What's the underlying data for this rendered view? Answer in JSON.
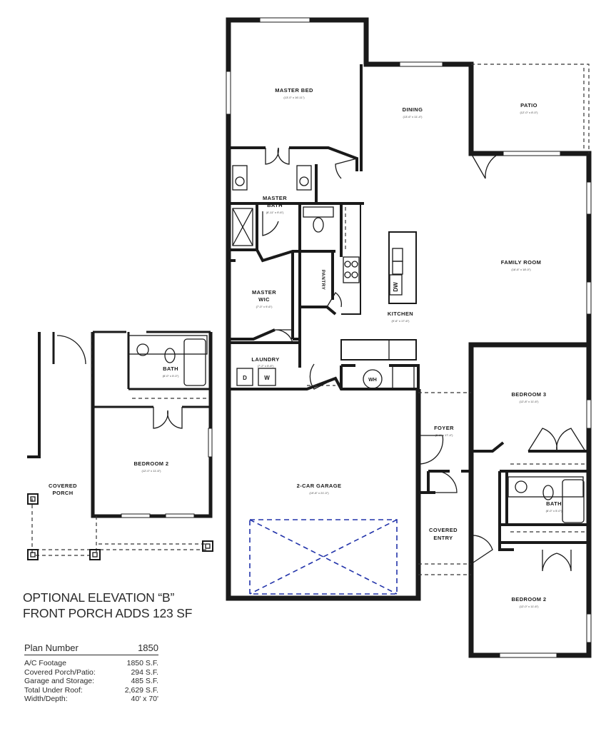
{
  "rooms": {
    "master_bed": {
      "name": "MASTER BED",
      "dims": "(13'-0\" x 16'-11\")"
    },
    "dining": {
      "name": "DINING",
      "dims": "(13'-6\" x 11'-4\")"
    },
    "patio": {
      "name": "PATIO",
      "dims": "(12'-0\" x 8'-0\")"
    },
    "master_bath": {
      "name_line1": "MASTER",
      "name_line2": "BATH",
      "dims": "(8'-11\" x 9'-6\")"
    },
    "family_room": {
      "name": "FAMILY ROOM",
      "dims": "(16'-6\" x 18'-0\")"
    },
    "master_wic": {
      "name_line1": "MASTER",
      "name_line2": "WIC",
      "dims": "(7'-0\" x 9'-6\")"
    },
    "pantry": {
      "name": "PANTRY"
    },
    "kitchen": {
      "name": "KITCHEN",
      "dims": "(9'-6\" x 17'-6\")"
    },
    "laundry": {
      "name": "LAUNDRY",
      "dims": "(7'-2\" x 5'-8\")"
    },
    "bedroom_3": {
      "name": "BEDROOM 3",
      "dims": "(12'-8\" x 11'-6\")"
    },
    "foyer": {
      "name": "FOYER",
      "dims": "(5'-6\" x 17'-4\")"
    },
    "garage": {
      "name": "2-CAR GARAGE",
      "dims": "(19'-8\" x 21'-0\")"
    },
    "covered_entry": {
      "name_line1": "COVERED",
      "name_line2": "ENTRY"
    },
    "bath_right": {
      "name": "BATH",
      "dims": "(8'-0\" x 5'-0\")"
    },
    "bedroom_2_right": {
      "name": "BEDROOM 2",
      "dims": "(12'-0\" x 11'-6\")"
    },
    "bath_left": {
      "name": "BATH",
      "dims": "(8'-0\" x 5'-0\")"
    },
    "bedroom_2_left": {
      "name": "BEDROOM 2",
      "dims": "(12'-0\" x 11'-6\")"
    },
    "covered_porch": {
      "name_line1": "COVERED",
      "name_line2": "PORCH"
    }
  },
  "fixtures": {
    "dishwasher": "DW",
    "water_heater": "WH",
    "dryer": "D",
    "washer": "W"
  },
  "elevation": {
    "line1": "OPTIONAL ELEVATION “B”",
    "line2": "FRONT PORCH ADDS 123 SF"
  },
  "stats": {
    "header_label": "Plan Number",
    "header_value": "1850",
    "rows": [
      {
        "label": "A/C Footage",
        "value": "1850 S.F."
      },
      {
        "label": "Covered Porch/Patio:",
        "value": "294 S.F."
      },
      {
        "label": "Garage and Storage:",
        "value": "485 S.F."
      },
      {
        "label": "Total Under Roof:",
        "value": "2,629 S.F."
      },
      {
        "label": "Width/Depth:",
        "value": "40' x 70'"
      }
    ]
  }
}
